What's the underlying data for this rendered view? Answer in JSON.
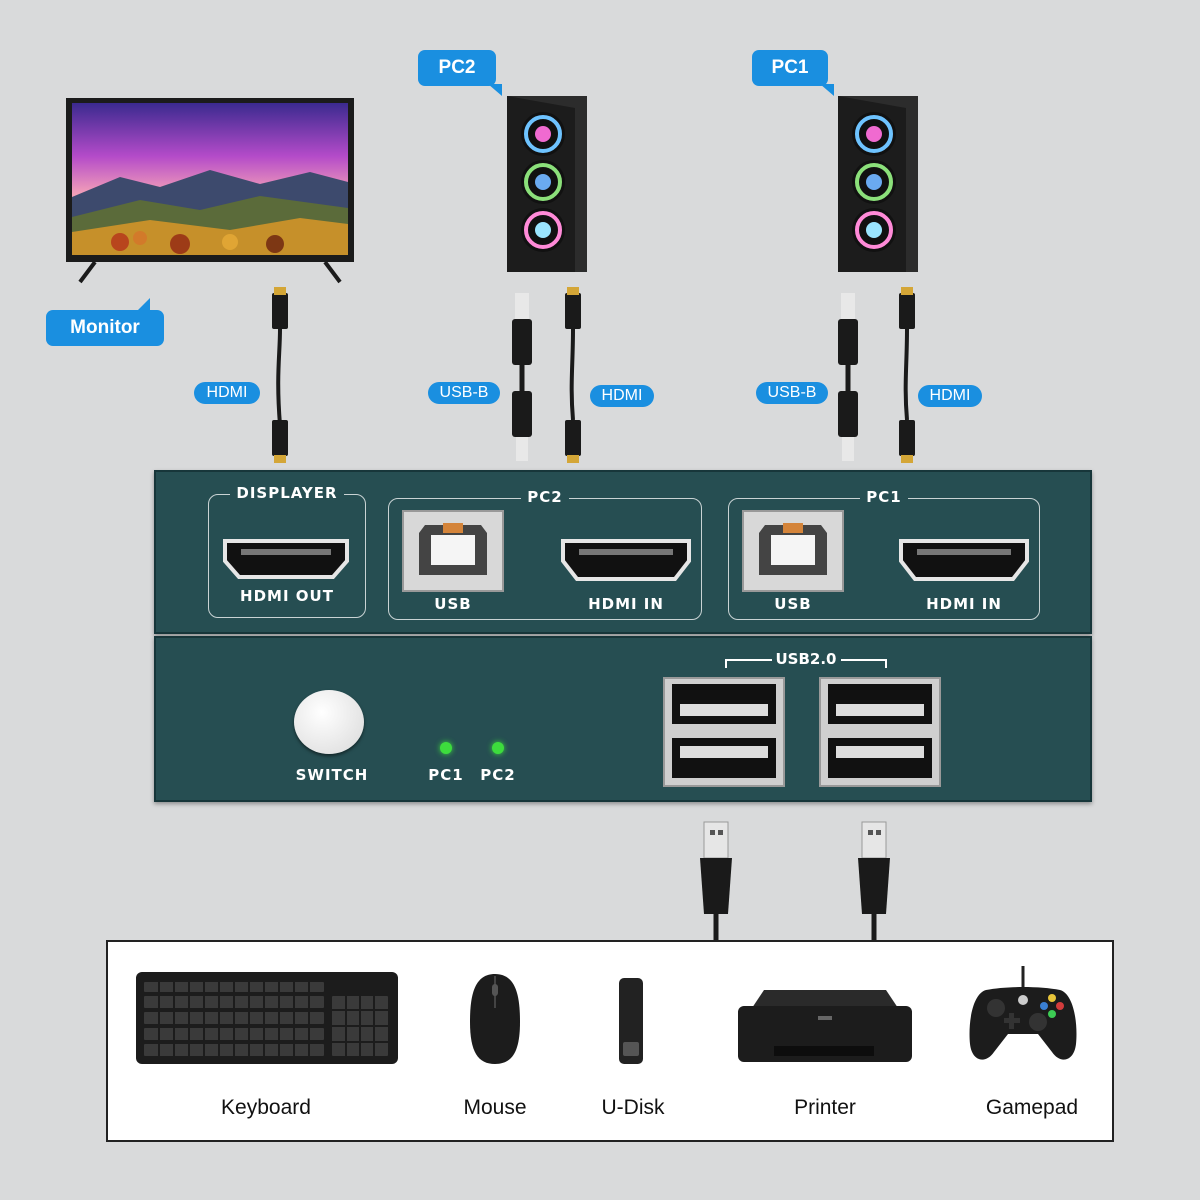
{
  "callouts": {
    "pc2": "PC2",
    "pc1": "PC1",
    "monitor": "Monitor",
    "hdmi_monitor": "HDMI",
    "usbb_pc2": "USB-B",
    "hdmi_pc2": "HDMI",
    "usbb_pc1": "USB-B",
    "hdmi_pc1": "HDMI"
  },
  "back_panel": {
    "displayer": {
      "title": "DISPLAYER",
      "port": "HDMI OUT"
    },
    "pc2": {
      "title": "PC2",
      "usb": "USB",
      "hdmi": "HDMI IN"
    },
    "pc1": {
      "title": "PC1",
      "usb": "USB",
      "hdmi": "HDMI IN"
    }
  },
  "front_panel": {
    "switch": "SWITCH",
    "led1": "PC1",
    "led2": "PC2",
    "usb_group": "USB2.0",
    "led_color": "#3ddc3d"
  },
  "devices": {
    "keyboard": "Keyboard",
    "mouse": "Mouse",
    "udisk": "U-Disk",
    "printer": "Printer",
    "gamepad": "Gamepad"
  },
  "colors": {
    "accent": "#1a8fe0",
    "panel": "#264e52"
  }
}
